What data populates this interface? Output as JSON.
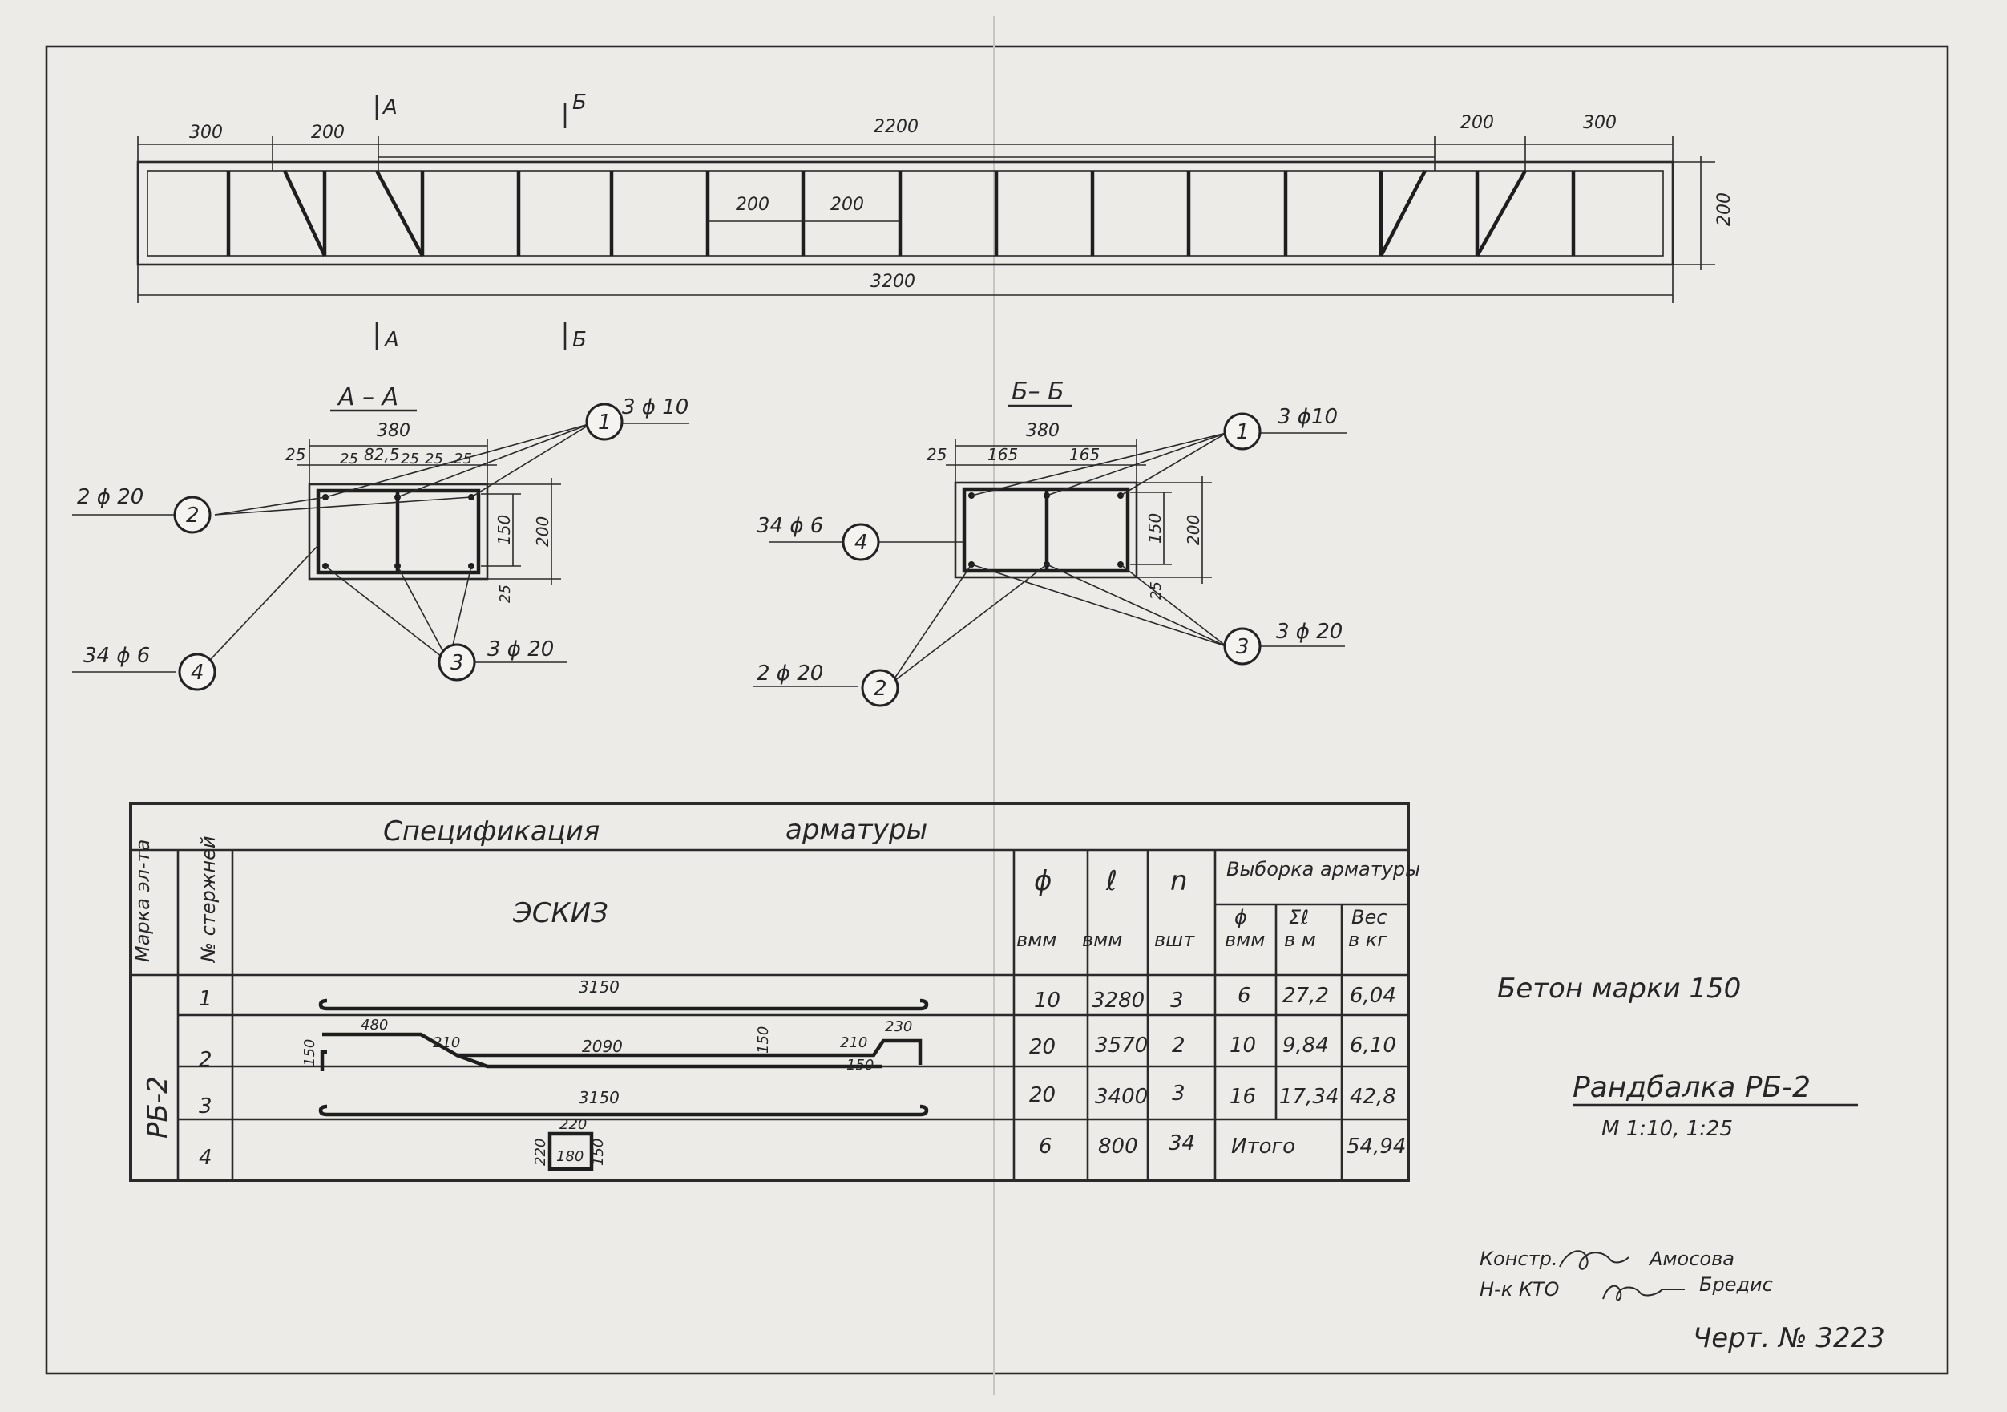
{
  "elevation": {
    "top_dims": [
      "300",
      "200",
      "2200",
      "200",
      "300"
    ],
    "inner_dims": [
      "200",
      "200"
    ],
    "height_dim": "200",
    "overall_dim": "3200",
    "section_marks": {
      "a_top": "А",
      "b_top": "Б",
      "a_bottom": "А",
      "b_bottom": "Б"
    }
  },
  "section_aa": {
    "title": "А – А",
    "width_dim": "380",
    "sub_dims": [
      "25",
      "82,5"
    ],
    "small_dims": [
      "25",
      "25",
      "25",
      "25"
    ],
    "height_inner": "150",
    "height_total": "200",
    "cover": "25",
    "callouts": [
      {
        "num": "1",
        "label": "3 ϕ 10"
      },
      {
        "num": "2",
        "label": "2 ϕ 20"
      },
      {
        "num": "3",
        "label": "3 ϕ 20"
      },
      {
        "num": "4",
        "label": "34 ϕ 6"
      }
    ]
  },
  "section_bb": {
    "title": "Б– Б",
    "width_dim": "380",
    "sub_dims": [
      "25",
      "165",
      "165"
    ],
    "height_inner": "150",
    "height_total": "200",
    "cover": "25",
    "callouts": [
      {
        "num": "1",
        "label": "3 ϕ10"
      },
      {
        "num": "2",
        "label": "2 ϕ 20"
      },
      {
        "num": "3",
        "label": "3 ϕ 20"
      },
      {
        "num": "4",
        "label": "34 ϕ 6"
      }
    ]
  },
  "spec_table": {
    "title_left": "Спецификация",
    "title_right": "арматуры",
    "headers": {
      "mark": "Марка эл-та",
      "bar_no": "№ стержней",
      "sketch": "ЭСКИЗ",
      "d": "ϕ",
      "d_unit": "вмм",
      "l": "ℓ",
      "l_unit": "вмм",
      "n": "n",
      "n_unit": "вшт",
      "selection": "Выборка арматуры",
      "sel_d": "ϕ",
      "sel_d_unit": "вмм",
      "sel_len": "Σℓ",
      "sel_len_unit": "в м",
      "sel_w": "Вес",
      "sel_w_unit": "в кг"
    },
    "element_mark": "РБ-2",
    "rows": [
      {
        "no": "1",
        "d": "10",
        "l": "3280",
        "n": "3",
        "sel_d": "6",
        "sel_len": "27,2",
        "sel_w": "6,04"
      },
      {
        "no": "2",
        "d": "20",
        "l": "3570",
        "n": "2",
        "sel_d": "10",
        "sel_len": "9,84",
        "sel_w": "6,10"
      },
      {
        "no": "3",
        "d": "20",
        "l": "3400",
        "n": "3",
        "sel_d": "16",
        "sel_len": "17,34",
        "sel_w": "42,8"
      },
      {
        "no": "4",
        "d": "6",
        "l": "800",
        "n": "34",
        "total_label": "Итого",
        "sel_w": "54,94"
      }
    ],
    "sketch_dims": {
      "bar1": "3150",
      "bar2_a": "480",
      "bar2_b": "210",
      "bar2_c": "2090",
      "bar2_d": "150",
      "bar2_e": "210",
      "bar2_f": "230",
      "bar2_g": "150",
      "bar2_h": "150",
      "bar3": "3150",
      "bar4_a": "220",
      "bar4_b": "220",
      "bar4_c": "180",
      "bar4_d": "150"
    }
  },
  "notes": {
    "concrete": "Бетон марки 150",
    "title": "Рандбалка РБ-2",
    "scale": "М 1:10, 1:25"
  },
  "signatures": {
    "designer_role": "Констр.",
    "designer_name": "Амосова",
    "head_role": "Н-к КТО",
    "head_name": "Бредис"
  },
  "drawing_no": "Черт. № 3223"
}
